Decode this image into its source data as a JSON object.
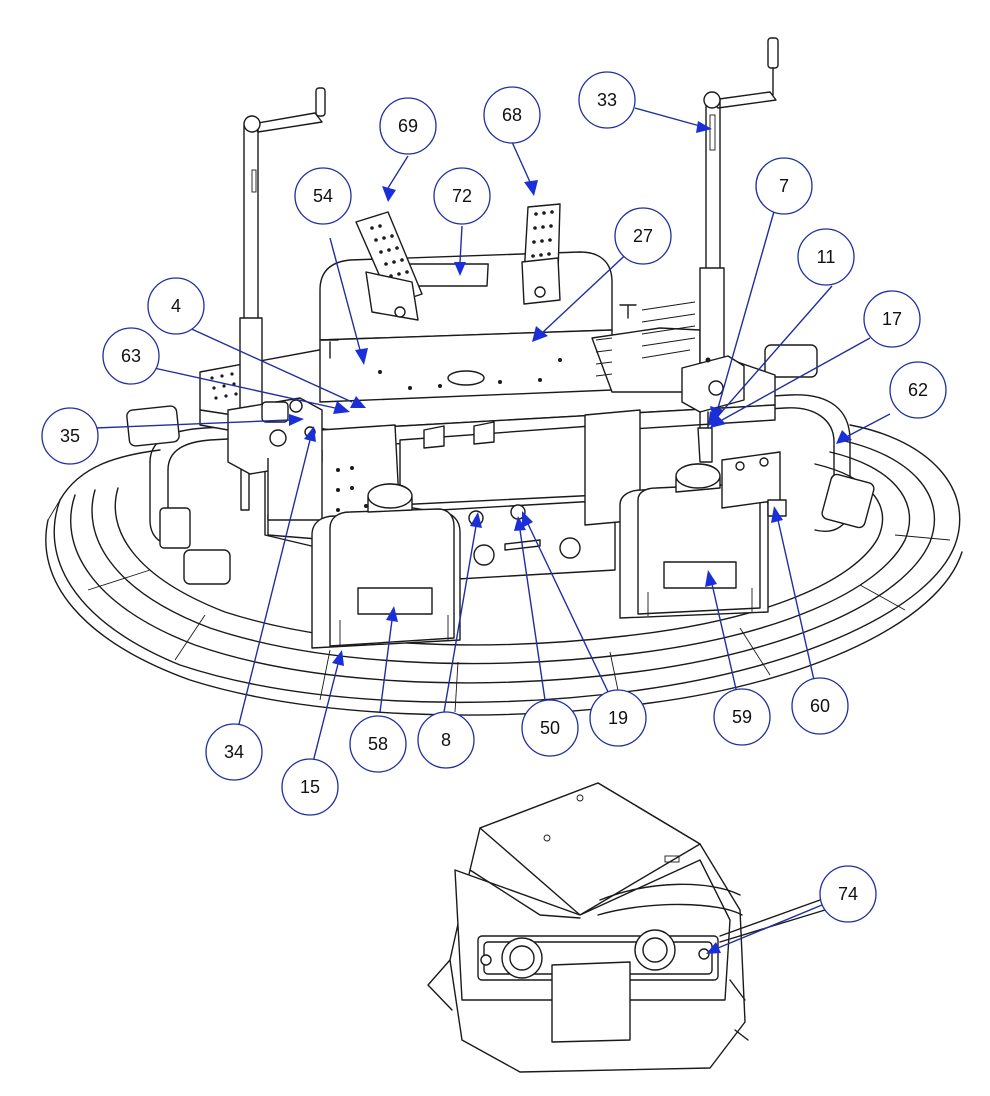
{
  "callouts": [
    {
      "id": "c69",
      "label": "69"
    },
    {
      "id": "c68",
      "label": "68"
    },
    {
      "id": "c33",
      "label": "33"
    },
    {
      "id": "c54",
      "label": "54"
    },
    {
      "id": "c72",
      "label": "72"
    },
    {
      "id": "c27",
      "label": "27"
    },
    {
      "id": "c7",
      "label": "7"
    },
    {
      "id": "c11",
      "label": "11"
    },
    {
      "id": "c4",
      "label": "4"
    },
    {
      "id": "c17",
      "label": "17"
    },
    {
      "id": "c63",
      "label": "63"
    },
    {
      "id": "c62",
      "label": "62"
    },
    {
      "id": "c35",
      "label": "35"
    },
    {
      "id": "c60",
      "label": "60"
    },
    {
      "id": "c59",
      "label": "59"
    },
    {
      "id": "c19",
      "label": "19"
    },
    {
      "id": "c50",
      "label": "50"
    },
    {
      "id": "c8",
      "label": "8"
    },
    {
      "id": "c58",
      "label": "58"
    },
    {
      "id": "c34",
      "label": "34"
    },
    {
      "id": "c15",
      "label": "15"
    },
    {
      "id": "c74",
      "label": "74"
    }
  ],
  "colors": {
    "leader": "#1f2f9e",
    "arrow": "#1b2fd8",
    "ink": "#1a1a1a"
  }
}
